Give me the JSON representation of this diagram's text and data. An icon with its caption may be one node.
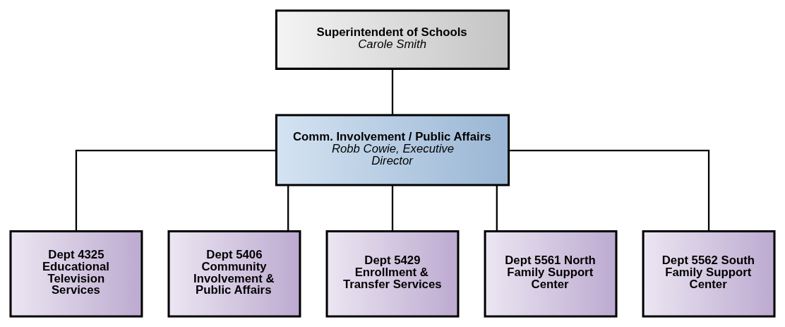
{
  "diagram": {
    "nodes": [
      {
        "text": [
          "Superintendent of Schools",
          "Carole Smith"
        ]
      },
      {
        "text": [
          "Comm. Involvement / Public Affairs",
          "Robb Cowie, Executive Director"
        ]
      },
      {
        "text": [
          "Dept 4325 Educational Television Services"
        ]
      },
      {
        "text": [
          "Dept 5406 Community Involvement & Public Affairs"
        ]
      },
      {
        "text": [
          "Dept 5429 Enrollment & Transfer Services"
        ]
      },
      {
        "text": [
          "Dept 5561 North Family Support Center"
        ]
      },
      {
        "text": [
          "Dept 5562 South Family Support Center"
        ]
      }
    ],
    "edges": [
      {
        "from": 0,
        "to": 1,
        "arrow": "none"
      },
      {
        "from": 1,
        "to": 2,
        "arrow": "none"
      },
      {
        "from": 1,
        "to": 3,
        "arrow": "none"
      },
      {
        "from": 1,
        "to": 4,
        "arrow": "none"
      },
      {
        "from": 1,
        "to": 5,
        "arrow": "none"
      },
      {
        "from": 1,
        "to": 6,
        "arrow": "none"
      }
    ]
  }
}
